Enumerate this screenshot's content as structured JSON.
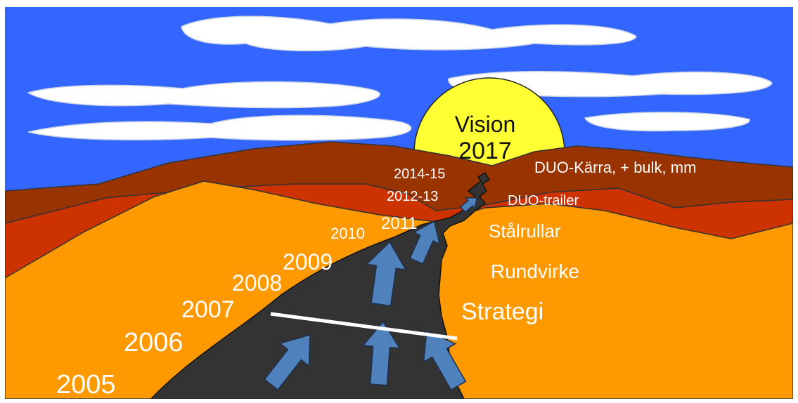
{
  "vision": {
    "line1": "Vision",
    "line2": "2017"
  },
  "years": [
    "2005",
    "2006",
    "2007",
    "2008",
    "2009",
    "2010",
    "2011",
    "2012-13",
    "2014-15"
  ],
  "labels": {
    "duo_karra": "DUO-Kärra, + bulk, mm",
    "duo_trailer": "DUO-trailer",
    "stalrullar": "Stålrullar",
    "rundvirke": "Rundvirke",
    "strategi": "Strategi"
  },
  "colors": {
    "sky": "#3366ff",
    "sun": "#ffff33",
    "far_mountain": "#993300",
    "mid_mountain": "#cc3300",
    "ground": "#ff9900",
    "road": "#333333",
    "arrow": "#4f81bd",
    "text": "#ffffff"
  }
}
